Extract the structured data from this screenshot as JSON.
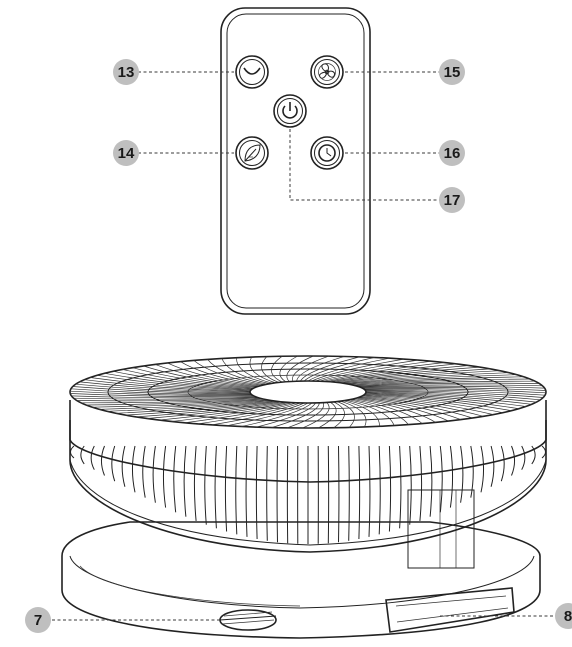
{
  "callouts": [
    {
      "number": "13",
      "target": "oscillation button"
    },
    {
      "number": "14",
      "target": "eco mode button"
    },
    {
      "number": "15",
      "target": "fan speed button"
    },
    {
      "number": "16",
      "target": "timer button"
    },
    {
      "number": "17",
      "target": "power button"
    },
    {
      "number": "7",
      "target": "control dial"
    },
    {
      "number": "8",
      "target": "front panel"
    }
  ],
  "colors": {
    "badge": "#bfbfbf",
    "line": "#222222",
    "background": "#ffffff"
  },
  "icons": [
    "oscillation-icon",
    "leaf-icon",
    "fan-icon",
    "timer-icon",
    "power-icon"
  ]
}
